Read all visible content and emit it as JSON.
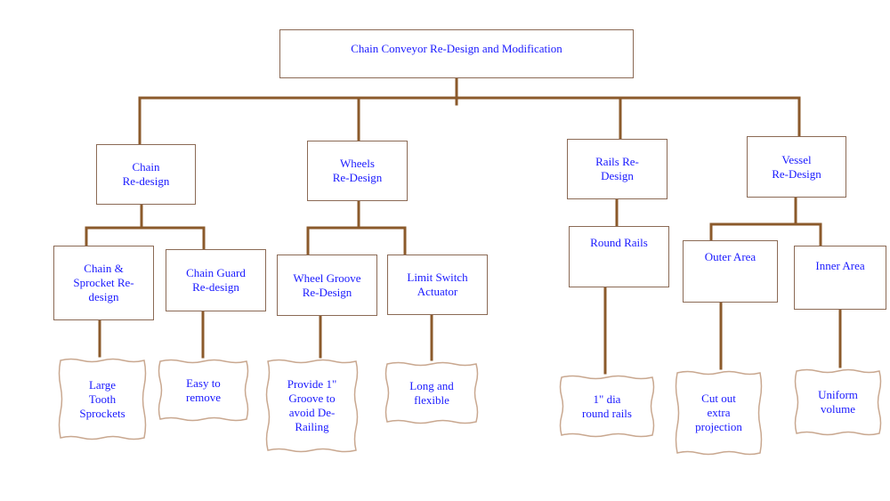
{
  "colors": {
    "connector": "#8b5a2b",
    "box_border": "#8b6a55",
    "leaf_border": "#c9a890",
    "text": "#1a1aff"
  },
  "root": {
    "label": "Chain Conveyor Re-Design and Modification"
  },
  "categories": [
    {
      "id": "chain",
      "label": "Chain\nRe-design"
    },
    {
      "id": "wheels",
      "label": "Wheels\nRe-Design"
    },
    {
      "id": "rails",
      "label": "Rails Re-\nDesign"
    },
    {
      "id": "vessel",
      "label": "Vessel\nRe-Design"
    }
  ],
  "subitems": [
    {
      "id": "sprocket",
      "label": "Chain &\nSprocket Re-\ndesign"
    },
    {
      "id": "guard",
      "label": "Chain Guard\nRe-design"
    },
    {
      "id": "groove",
      "label": "Wheel Groove\nRe-Design"
    },
    {
      "id": "limit",
      "label": "Limit Switch\nActuator"
    },
    {
      "id": "round",
      "label": "Round Rails"
    },
    {
      "id": "outer",
      "label": "Outer Area"
    },
    {
      "id": "inner",
      "label": "Inner Area"
    }
  ],
  "leaves": [
    {
      "id": "sprocket-leaf",
      "label": "Large\nTooth\nSprockets"
    },
    {
      "id": "guard-leaf",
      "label": "Easy to\nremove"
    },
    {
      "id": "groove-leaf",
      "label": "Provide 1\"\nGroove to\navoid De-\nRailing"
    },
    {
      "id": "limit-leaf",
      "label": "Long and\nflexible"
    },
    {
      "id": "round-leaf",
      "label": "1\" dia\nround rails"
    },
    {
      "id": "outer-leaf",
      "label": "Cut out\nextra\nprojection"
    },
    {
      "id": "inner-leaf",
      "label": "Uniform\nvolume"
    }
  ]
}
